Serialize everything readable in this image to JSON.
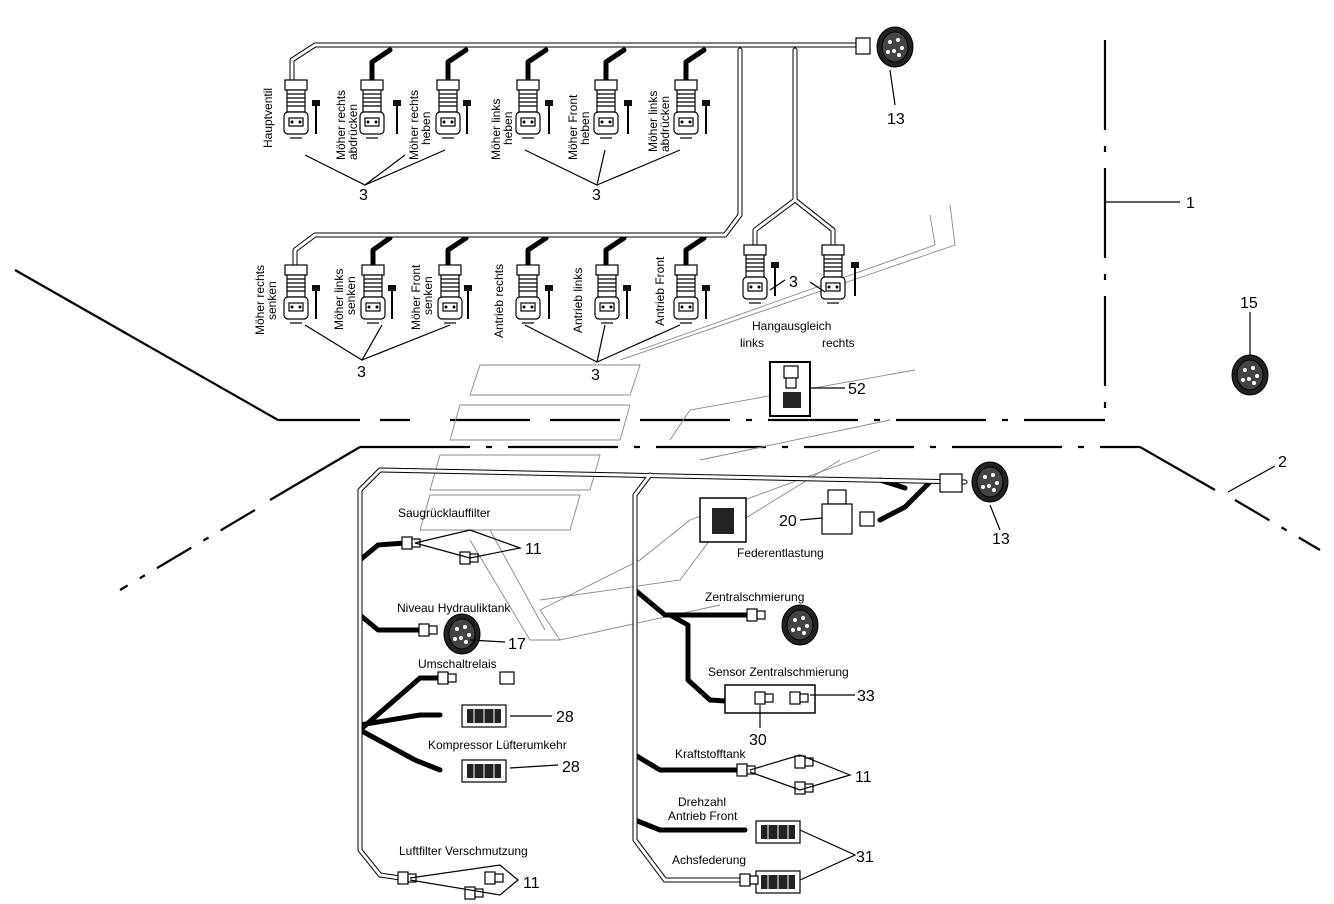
{
  "labels": {
    "hauptventil": "Hauptventil",
    "moeher_rechts_abdruecken": [
      "Möher rechts",
      "abdrücken"
    ],
    "moeher_rechts_heben": [
      "Möher rechts",
      "heben"
    ],
    "moeher_links_heben": [
      "Möher links",
      "heben"
    ],
    "moeher_front_heben": [
      "Möher Front",
      "heben"
    ],
    "moeher_links_abdruecken": [
      "Möher links",
      "abdrücken"
    ],
    "moeher_rechts_senken": [
      "Möher rechts",
      "senken"
    ],
    "moeher_links_senken": [
      "Möher links",
      "senken"
    ],
    "moeher_front_senken": [
      "Möher Front",
      "senken"
    ],
    "antrieb_rechts": "Antrieb rechts",
    "antrieb_links": "Antrieb links",
    "antrieb_front": "Antrieb Front",
    "hangausgleich": "Hangausgleich",
    "links": "links",
    "rechts": "rechts",
    "saugruecklauffilter": "Saugrücklauffilter",
    "niveau_hydrauliktank": "Niveau Hydrauliktank",
    "umschaltrelais": "Umschaltrelais",
    "kompressor_luefterumkehr": "Kompressor Lüfterumkehr",
    "luftfilter_verschmutzung": "Luftfilter Verschmutzung",
    "federentlastung": "Federentlastung",
    "zentralschmierung": "Zentralschmierung",
    "sensor_zentralschmierung": "Sensor Zentralschmierung",
    "kraftstofftank": "Kraftstofftank",
    "drehzahl": "Drehzahl",
    "antrieb_front_2": "Antrieb Front",
    "achsfederung": "Achsfederung"
  },
  "callouts": {
    "n1": "1",
    "n2": "2",
    "n3": "3",
    "n11": "11",
    "n13": "13",
    "n15": "15",
    "n17": "17",
    "n20": "20",
    "n28": "28",
    "n30": "30",
    "n31": "31",
    "n33": "33",
    "n52": "52"
  }
}
